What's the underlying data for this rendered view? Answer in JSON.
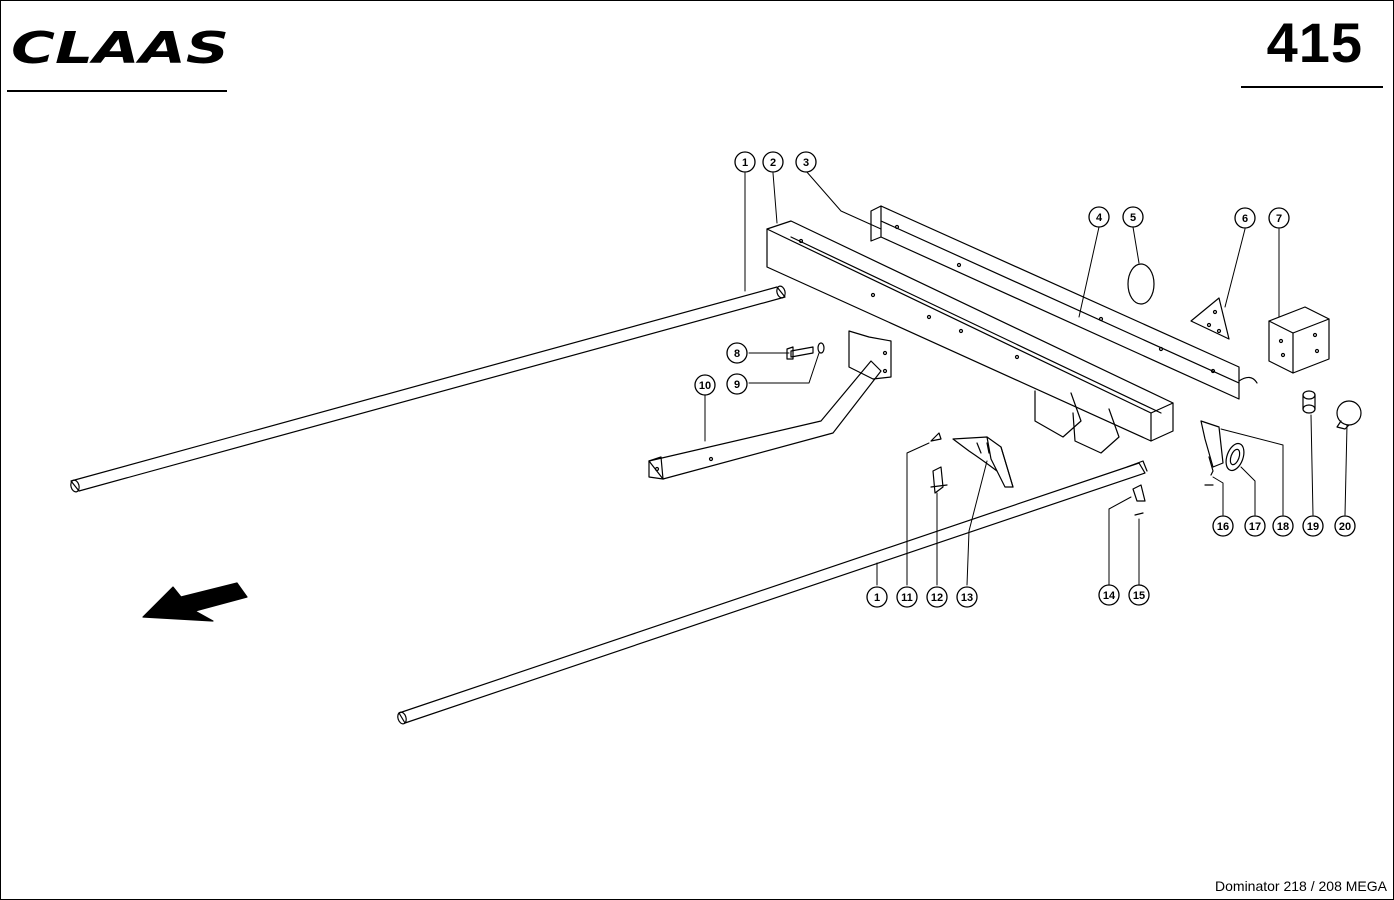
{
  "brand": {
    "logo_text": "CLAAS"
  },
  "page": {
    "number": "415"
  },
  "caption": {
    "model": "Dominator 218 / 208 MEGA"
  },
  "callouts": [
    "1",
    "2",
    "3",
    "4",
    "5",
    "6",
    "7",
    "8",
    "9",
    "10",
    "11",
    "12",
    "13",
    "14",
    "15",
    "16",
    "17",
    "18",
    "19",
    "20",
    "1"
  ],
  "icons": {
    "direction": "travel-direction-arrow-icon"
  }
}
